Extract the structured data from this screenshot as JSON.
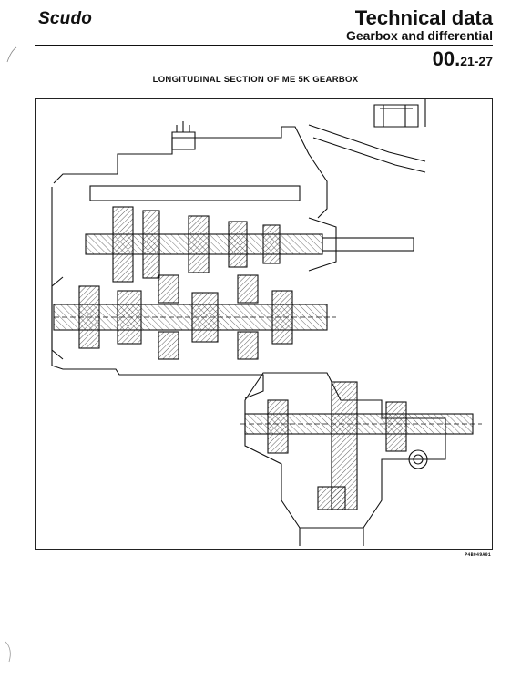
{
  "header": {
    "brand": "Scudo",
    "title": "Technical data",
    "subtitle": "Gearbox and differential",
    "section_main": "00.",
    "section_sub": "21-27"
  },
  "figure": {
    "title": "LONGITUDINAL SECTION OF ME 5K GEARBOX",
    "code": "P4B049A01"
  }
}
